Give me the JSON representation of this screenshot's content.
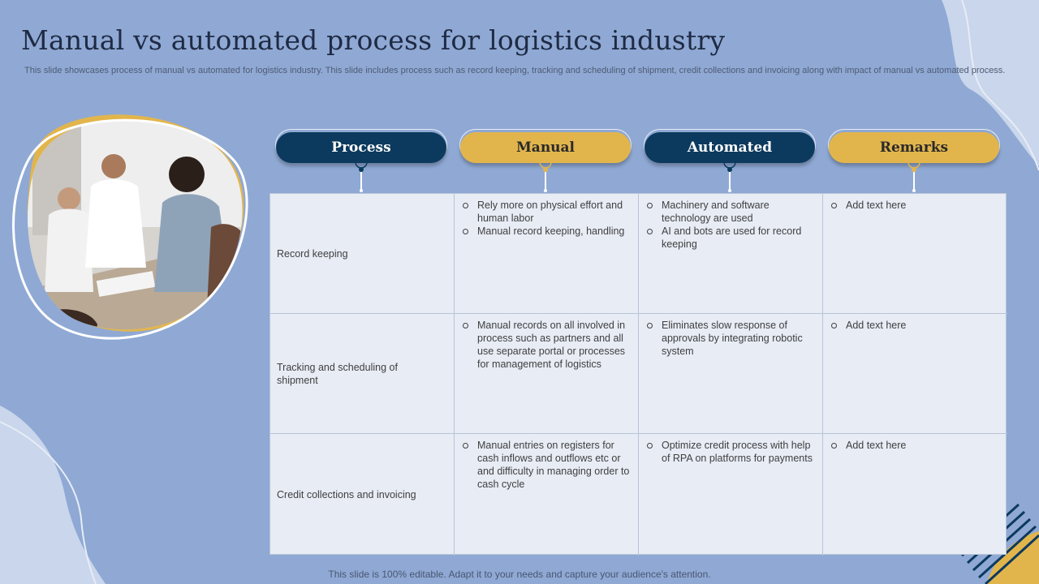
{
  "title": "Manual vs automated process for logistics industry",
  "subtitle": "This slide showcases process of manual vs automated for logistics industry. This slide includes process such as record keeping, tracking and scheduling of shipment, credit collections and invoicing along with impact of manual vs automated process.",
  "footer": "This slide is 100% editable. Adapt it to your needs and capture your audience's attention.",
  "colors": {
    "background": "#8FA9D4",
    "navy": "#0C3A5E",
    "gold": "#E2B54C",
    "table_bg": "#E7ECF5"
  },
  "headers": [
    "Process",
    "Manual",
    "Automated",
    "Remarks"
  ],
  "rows": [
    {
      "process": "Record keeping",
      "manual": [
        "Rely more on physical effort and human labor",
        "Manual record keeping, handling"
      ],
      "automated": [
        "Machinery and software technology are used",
        "AI and bots are used for record keeping"
      ],
      "remarks": [
        "Add text here"
      ]
    },
    {
      "process": "Tracking and scheduling of shipment",
      "manual": [
        "Manual records on all involved in process such as partners and all use separate portal or processes for management of logistics"
      ],
      "automated": [
        "Eliminates slow response of approvals by integrating robotic system"
      ],
      "remarks": [
        "Add text here"
      ]
    },
    {
      "process": "Credit collections and invoicing",
      "manual": [
        "Manual entries on registers for cash inflows and outflows etc or and difficulty in managing order to cash cycle"
      ],
      "automated": [
        "Optimize credit process with help of RPA on platforms for payments"
      ],
      "remarks": [
        "Add text here"
      ]
    }
  ]
}
